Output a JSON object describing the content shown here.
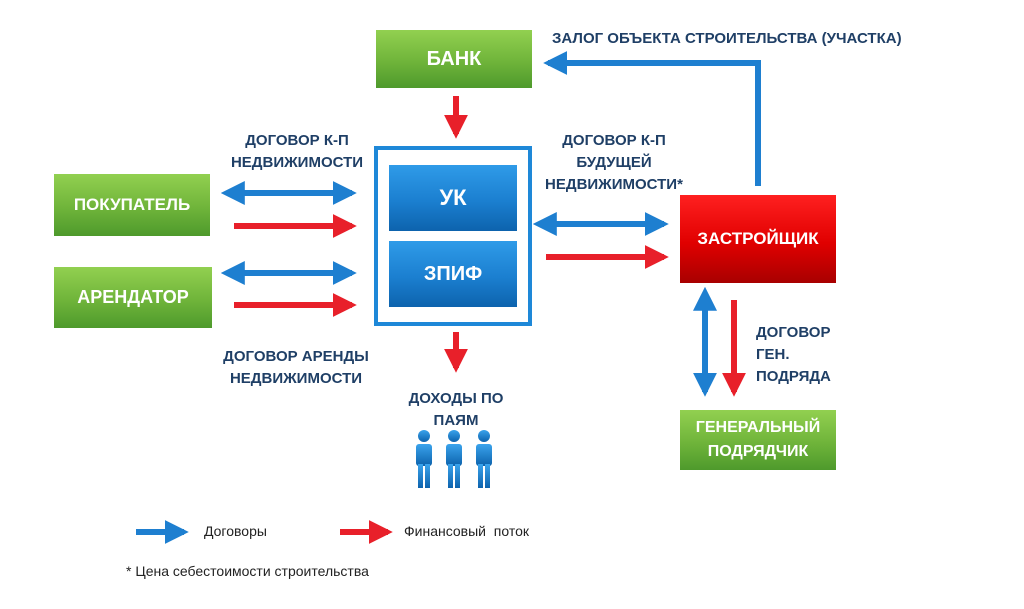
{
  "nodes": {
    "bank": "БАНК",
    "uk": "УК",
    "zpif": "ЗПИФ",
    "buyer": "ПОКУПАТЕЛЬ",
    "tenant": "АРЕНДАТОР",
    "developer": "ЗАСТРОЙЩИК",
    "gen_contractor_line1": "ГЕНЕРАЛЬНЫЙ",
    "gen_contractor_line2": "ПОДРЯДЧИК"
  },
  "labels": {
    "pledge": "ЗАЛОГ ОБЪЕКТА СТРОИТЕЛЬСТВА (УЧАСТКА)",
    "sale_contract_1": "ДОГОВОР К-П",
    "sale_contract_2": "НЕДВИЖИМОСТИ",
    "future_contract_1": "ДОГОВОР К-П",
    "future_contract_2": "БУДУЩЕЙ",
    "future_contract_3": "НЕДВИЖИМОСТИ*",
    "lease_contract_1": "ДОГОВОР АРЕНДЫ",
    "lease_contract_2": "НЕДВИЖИМОСТИ",
    "income_1": "ДОХОДЫ ПО",
    "income_2": "ПАЯМ",
    "gen_contract_1": "ДОГОВОР",
    "gen_contract_2": "ГЕН.",
    "gen_contract_3": "ПОДРЯДА"
  },
  "legend": {
    "contracts": "Договоры",
    "financial_flow": "Финансовый  поток"
  },
  "footnote": "* Цена себестоимости строительства",
  "colors": {
    "contract_arrow": "#1e7fd0",
    "finance_arrow": "#e8202a",
    "green_box": "#6fb43a",
    "blue_box": "#1b7fd0",
    "red_box": "#e00000",
    "label_text": "#1f3f66"
  }
}
